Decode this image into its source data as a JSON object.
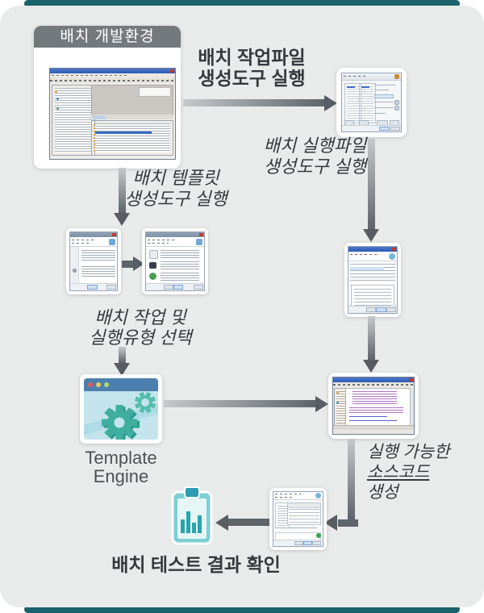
{
  "diagram": {
    "dev_env_title": "배치 개발환경",
    "label_job_file": {
      "line1": "배치 작업파일",
      "line2": "생성도구 실행"
    },
    "label_template_tool": {
      "line1": "배치 템플릿",
      "line2": "생성도구 실행"
    },
    "label_exec_tool": {
      "line1": "배치 실행파일",
      "line2": "생성도구 실행"
    },
    "label_job_select": {
      "line1": "배치 작업 및",
      "line2": "실행유형 선택"
    },
    "label_source_gen": {
      "line1": "실행 가능한",
      "line2": "소스코드",
      "line3": "생성"
    },
    "label_engine": {
      "line1": "Template",
      "line2": "Engine"
    },
    "label_result": "배치 테스트 결과 확인",
    "colors": {
      "background": "#e9eaea",
      "accent_edge": "#1b636b",
      "arrow_dark": "#575d63",
      "arrow_light": "#c6c8ca",
      "badge_gray": "#74797e",
      "engine_teal": "#3fae9f",
      "clipboard_teal": "#2e9db4",
      "text": "#35393c"
    }
  }
}
